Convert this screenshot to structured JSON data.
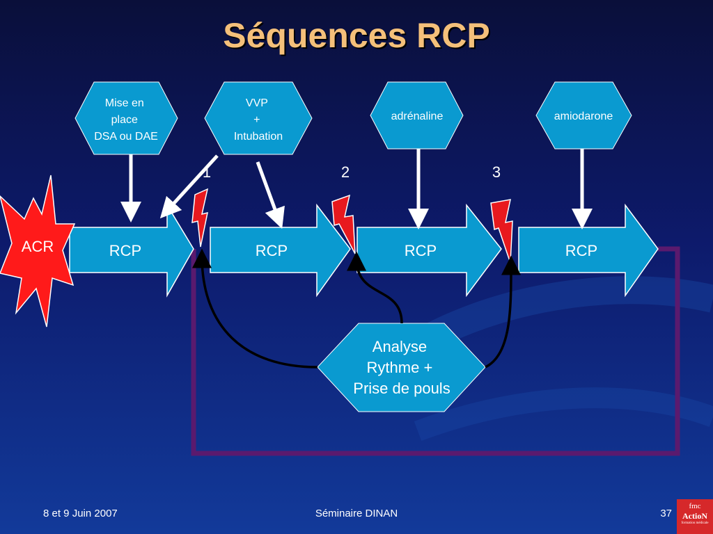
{
  "slide": {
    "title": "Séquences RCP",
    "footer_left": "8 et 9 Juin 2007",
    "footer_center": "Séminaire DINAN",
    "page_number": "37"
  },
  "logo": {
    "line1": "fmc",
    "line2": "ActioN",
    "line3": "formation médicale"
  },
  "diagram": {
    "start_label": "ACR",
    "steps": [
      {
        "label": "RCP"
      },
      {
        "label": "RCP"
      },
      {
        "label": "RCP"
      },
      {
        "label": "RCP"
      }
    ],
    "interventions": [
      {
        "lines": [
          "Mise en",
          "place",
          "DSA ou DAE"
        ]
      },
      {
        "lines": [
          "VVP",
          "+",
          "Intubation"
        ]
      },
      {
        "lines": [
          "adrénaline"
        ]
      },
      {
        "lines": [
          "amiodarone"
        ]
      }
    ],
    "shock_numbers": [
      "1",
      "2",
      "3"
    ],
    "analysis_lines": [
      "Analyse",
      "Rythme +",
      "Prise de pouls"
    ]
  },
  "colors": {
    "box_fill": "#0a9ad0",
    "box_stroke": "#ffffff",
    "title_text": "#f4c07a",
    "loop_line": "#5a1a6e",
    "shock_red": "#e8191e",
    "acr_red": "#ff1a1a"
  }
}
